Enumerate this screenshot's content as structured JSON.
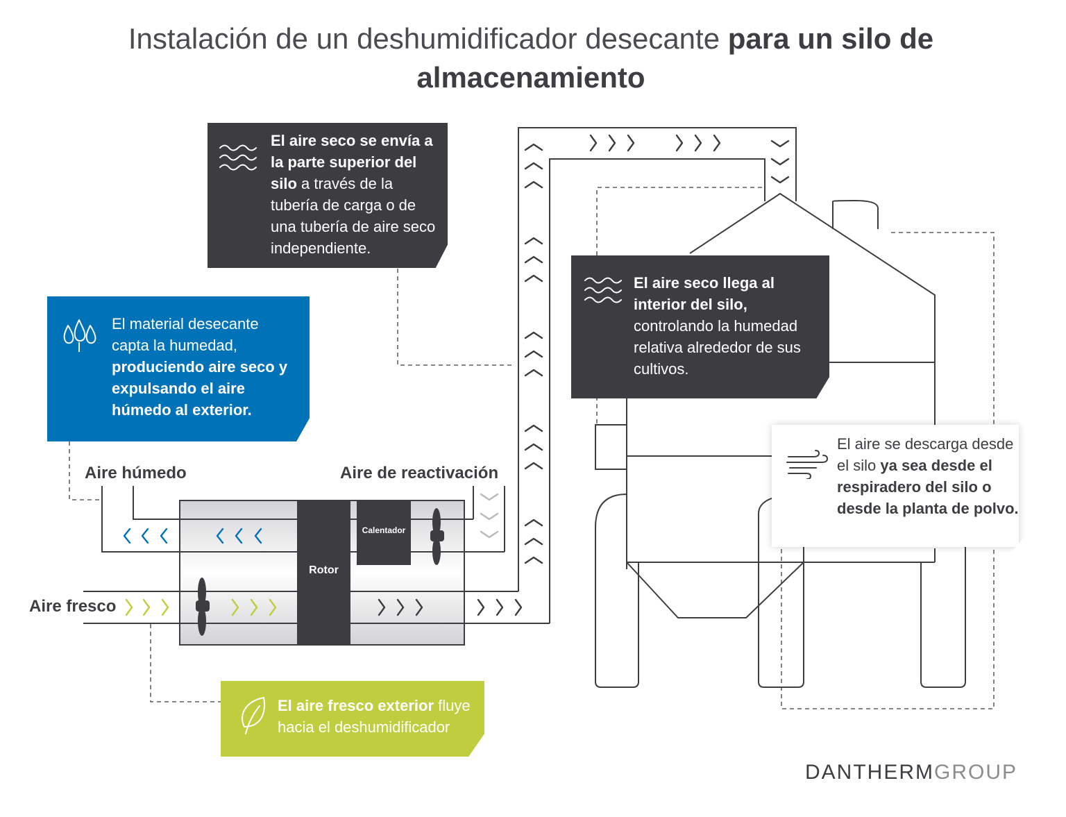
{
  "title": {
    "part_light": "Instalación de un deshumidificador desecante ",
    "part_bold": "para un silo de almacenamiento"
  },
  "callouts": {
    "top": {
      "bold": "El aire seco se envía a la parte superior del silo",
      "normal": " a través de la tubería de carga o de una tubería de aire seco independiente.",
      "icon": "waves-icon"
    },
    "silo": {
      "bold": "El aire seco llega al interior del silo,",
      "normal": " controlando la humedad relativa alrededor de sus cultivos.",
      "icon": "waves-icon"
    },
    "desiccant": {
      "normal": "El material desecante capta la humedad, ",
      "bold": "produciendo aire seco y expulsando el aire húmedo al exterior.",
      "icon": "droplets-icon"
    },
    "discharge": {
      "normal": "El aire se descarga desde el silo ",
      "bold": "ya sea desde el respiradero del silo o desde la planta de polvo.",
      "icon": "wind-icon"
    },
    "fresh": {
      "bold": "El aire fresco exterior",
      "normal": " fluye hacia el deshumidificador",
      "icon": "leaf-icon"
    }
  },
  "labels": {
    "humid_air": "Aire húmedo",
    "reactivation_air": "Aire de reactivación",
    "fresh_air": "Aire fresco",
    "rotor": "Rotor",
    "heater": "Calentador"
  },
  "brand": {
    "main": "DANTHERM",
    "sub": "GROUP"
  },
  "colors": {
    "dark": "#3c3c41",
    "blue": "#0072b8",
    "green": "#bfcd3f",
    "line": "#3d3d42",
    "chevron_gray": "#b9b9bd"
  }
}
